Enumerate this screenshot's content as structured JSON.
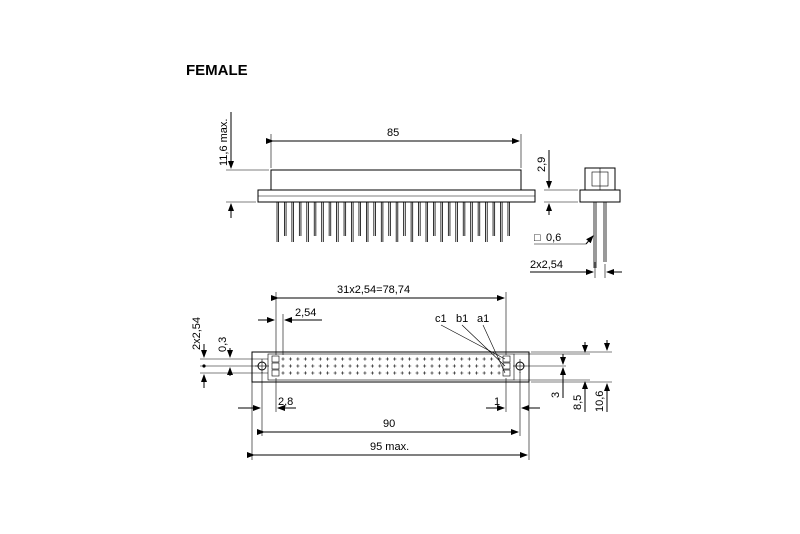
{
  "title": "FEMALE",
  "dimensions": {
    "height_max": "11,6 max.",
    "length_top": "85",
    "side_height": "2,9",
    "pin_square": "0,6",
    "pin_square_symbol": "□",
    "side_pitch": "2x2,54",
    "rows_span": "31x2,54=78,74",
    "pitch": "2,54",
    "row_c": "c1",
    "row_b": "b1",
    "row_a": "a1",
    "left_pitch": "2x2,54",
    "left_offset": "0,3",
    "hole_offset": "2,8",
    "pin_one": "1",
    "mount_distance": "90",
    "overall_length": "95 max.",
    "right_3": "3",
    "right_85": "8,5",
    "right_106": "10,6"
  }
}
